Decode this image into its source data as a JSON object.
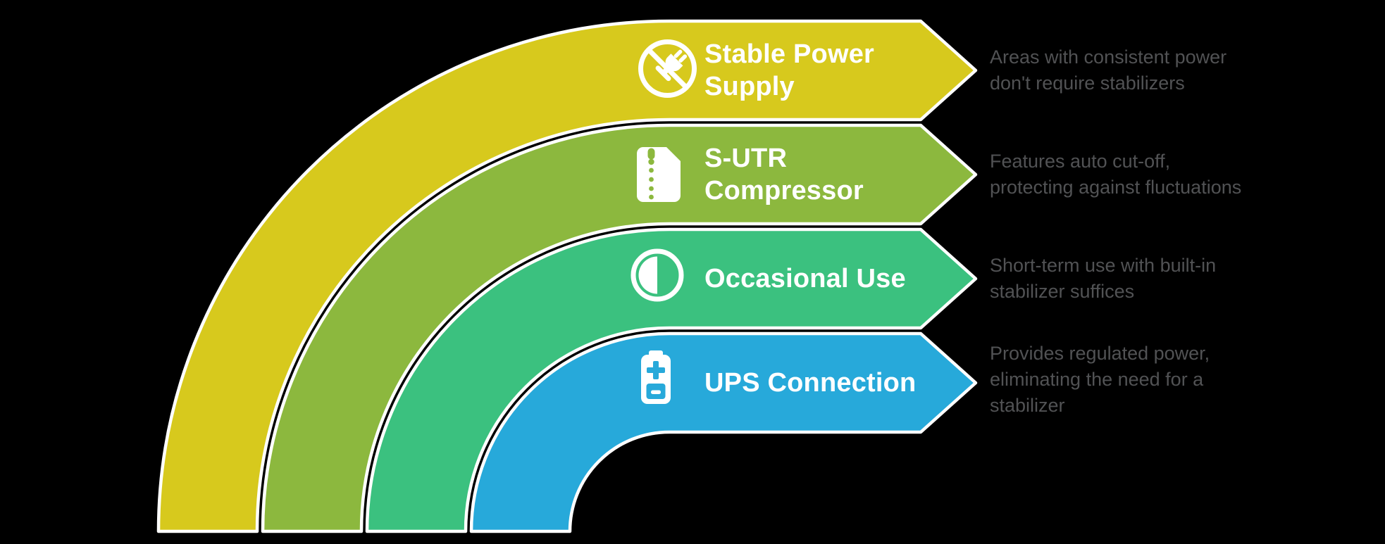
{
  "title": "Stabilizer requirement infographic",
  "styles": {
    "background": "#000000",
    "separator_color": "#ffffff",
    "label_color": "#ffffff",
    "description_color": "#515254"
  },
  "rows": [
    {
      "icon": "no-plug-icon",
      "label": "Stable Power\nSupply",
      "description": "Areas with consistent power\ndon't require stabilizers",
      "color": "#d7c91d"
    },
    {
      "icon": "zip-file-icon",
      "label": "S-UTR\nCompressor",
      "description": "Features auto cut-off,\nprotecting against fluctuations",
      "color": "#8cb83e"
    },
    {
      "icon": "contrast-icon",
      "label": "Occasional Use",
      "description": "Short-term use with built-in\nstabilizer suffices",
      "color": "#3bc17f"
    },
    {
      "icon": "battery-icon",
      "label": "UPS Connection",
      "description": "Provides regulated power,\neliminating the need for a\nstabilizer",
      "color": "#27a9da"
    }
  ]
}
